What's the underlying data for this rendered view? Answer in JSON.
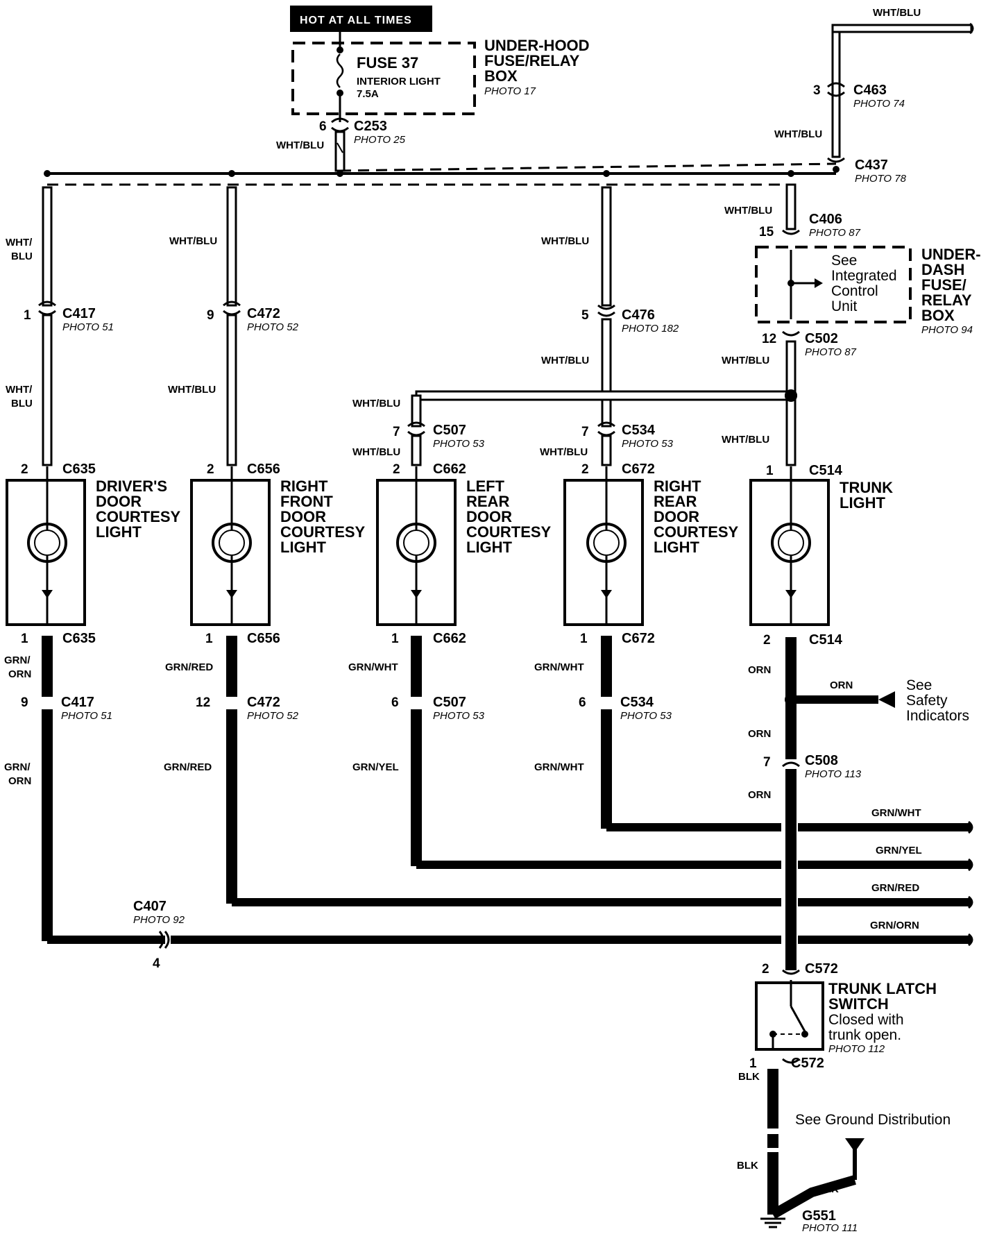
{
  "header": {
    "hot_label": "HOT AT ALL TIMES"
  },
  "top_wire": "WHT/BLU",
  "fuse": {
    "name": "FUSE 37",
    "desc": "INTERIOR LIGHT",
    "rating": "7.5A",
    "box_line1": "UNDER-HOOD",
    "box_line2": "FUSE/RELAY",
    "box_line3": "BOX",
    "box_photo": "PHOTO 17"
  },
  "connectors": {
    "c253": {
      "name": "C253",
      "pin": "6",
      "photo": "PHOTO 25",
      "wire": "WHT/BLU"
    },
    "c463": {
      "name": "C463",
      "pin": "3",
      "photo": "PHOTO 74"
    },
    "c437": {
      "name": "C437",
      "photo": "PHOTO 78",
      "wire": "WHT/BLU"
    },
    "c406": {
      "name": "C406",
      "pin": "15",
      "photo": "PHOTO 87",
      "wire": "WHT/BLU"
    },
    "c502": {
      "name": "C502",
      "pin": "12",
      "photo": "PHOTO 87",
      "wire": "WHT/BLU"
    }
  },
  "underdash": {
    "line1": "UNDER-",
    "line2": "DASH",
    "line3": "FUSE/",
    "line4": "RELAY",
    "line5": "BOX",
    "photo": "PHOTO 94",
    "see1": "See",
    "see2": "Integrated",
    "see3": "Control",
    "see4": "Unit"
  },
  "branches": {
    "b1": {
      "top_wire_a": "WHT/",
      "top_wire_b": "BLU",
      "mid_conn": "C417",
      "mid_pin": "1",
      "mid_photo": "PHOTO 51",
      "mid_wire_a": "WHT/",
      "mid_wire_b": "BLU",
      "lamp_conn": "C635",
      "lamp_top_pin": "2",
      "lamp_bot_pin": "1",
      "lamp_1": "DRIVER'S",
      "lamp_2": "DOOR",
      "lamp_3": "COURTESY",
      "lamp_4": "LIGHT",
      "gnd_wire_a": "GRN/",
      "gnd_wire_b": "ORN",
      "gnd_conn": "C417",
      "gnd_pin": "9",
      "gnd_photo": "PHOTO 51",
      "gnd_wire2_a": "GRN/",
      "gnd_wire2_b": "ORN"
    },
    "b2": {
      "top_wire": "WHT/BLU",
      "mid_conn": "C472",
      "mid_pin": "9",
      "mid_photo": "PHOTO 52",
      "mid_wire": "WHT/BLU",
      "lamp_conn": "C656",
      "lamp_top_pin": "2",
      "lamp_bot_pin": "1",
      "lamp_1": "RIGHT",
      "lamp_2": "FRONT",
      "lamp_3": "DOOR",
      "lamp_4": "COURTESY",
      "lamp_5": "LIGHT",
      "gnd_wire": "GRN/RED",
      "gnd_conn": "C472",
      "gnd_pin": "12",
      "gnd_photo": "PHOTO 52",
      "gnd_wire2": "GRN/RED"
    },
    "b3": {
      "top_wire": "WHT/BLU",
      "mid_conn": "C507",
      "mid_pin": "7",
      "mid_photo": "PHOTO 53",
      "mid_wire": "WHT/BLU",
      "lamp_conn": "C662",
      "lamp_top_pin": "2",
      "lamp_bot_pin": "1",
      "lamp_1": "LEFT",
      "lamp_2": "REAR",
      "lamp_3": "DOOR",
      "lamp_4": "COURTESY",
      "lamp_5": "LIGHT",
      "gnd_wire": "GRN/WHT",
      "gnd_conn": "C507",
      "gnd_pin": "6",
      "gnd_photo": "PHOTO 53",
      "gnd_wire2": "GRN/YEL"
    },
    "b4": {
      "top_wire": "WHT/BLU",
      "up_conn": "C476",
      "up_pin": "5",
      "up_photo": "PHOTO 182",
      "up_wire": "WHT/BLU",
      "mid_conn": "C534",
      "mid_pin": "7",
      "mid_photo": "PHOTO 53",
      "mid_wire": "WHT/BLU",
      "lamp_conn": "C672",
      "lamp_top_pin": "2",
      "lamp_bot_pin": "1",
      "lamp_1": "RIGHT",
      "lamp_2": "REAR",
      "lamp_3": "DOOR",
      "lamp_4": "COURTESY",
      "lamp_5": "LIGHT",
      "gnd_wire": "GRN/WHT",
      "gnd_conn": "C534",
      "gnd_pin": "6",
      "gnd_photo": "PHOTO 53",
      "gnd_wire2": "GRN/WHT"
    },
    "b5": {
      "mid_wire": "WHT/BLU",
      "lamp_conn": "C514",
      "lamp_top_pin": "1",
      "lamp_bot_pin": "2",
      "lamp_1": "TRUNK",
      "lamp_2": "LIGHT",
      "gnd_wire": "ORN",
      "safety_wire": "ORN",
      "safety_1": "See",
      "safety_2": "Safety",
      "safety_3": "Indicators",
      "gnd_wire2": "ORN",
      "c508": "C508",
      "c508_pin": "7",
      "c508_photo": "PHOTO 113",
      "gnd_wire3": "ORN"
    }
  },
  "right_wires": [
    "GRN/WHT",
    "GRN/YEL",
    "GRN/RED",
    "GRN/ORN"
  ],
  "c407": {
    "name": "C407",
    "photo": "PHOTO 92",
    "pin": "4"
  },
  "trunk_switch": {
    "conn": "C572",
    "top_pin": "2",
    "bot_pin": "1",
    "line1": "TRUNK LATCH",
    "line2": "SWITCH",
    "line3": "Closed with",
    "line4": "trunk open.",
    "photo": "PHOTO 112"
  },
  "ground": {
    "wire1": "BLK",
    "note": "See Ground Distribution",
    "wire2": "BLK",
    "wire3": "BLK",
    "name": "G551",
    "photo": "PHOTO 111"
  }
}
